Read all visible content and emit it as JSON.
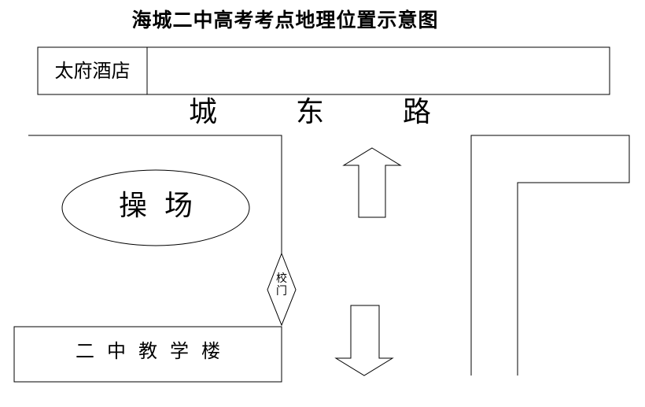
{
  "title": "海城二中高考考点地理位置示意图",
  "labels": {
    "hotel": "太府酒店",
    "road": "城东路",
    "field": "操场",
    "gate": "校门",
    "building": "二中教学楼"
  }
}
